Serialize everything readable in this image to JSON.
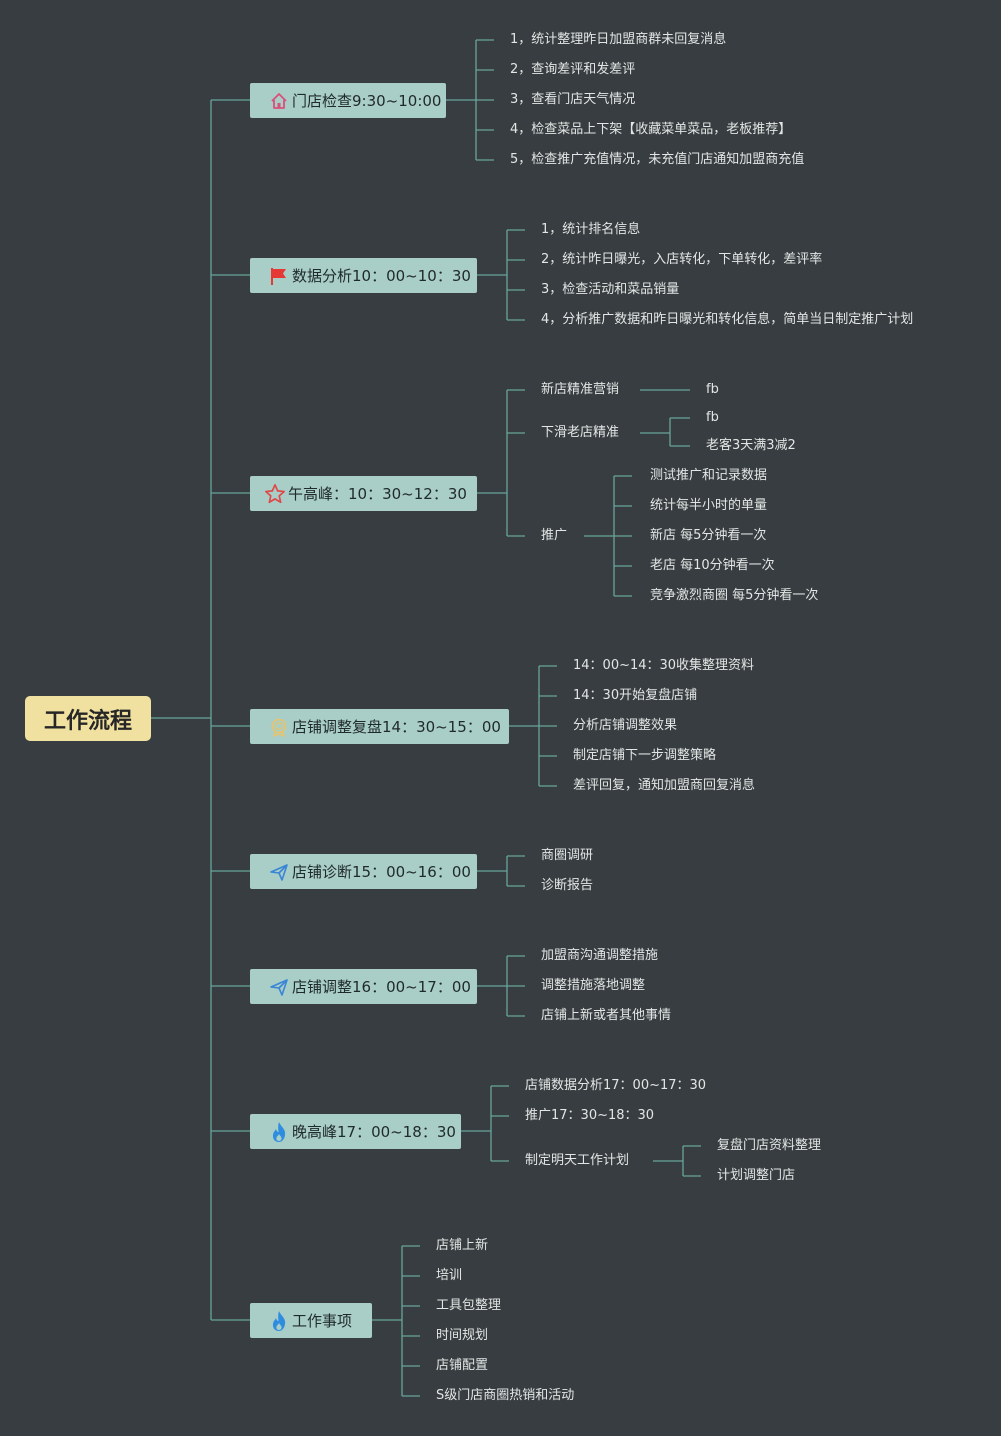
{
  "root": {
    "label": "工作流程"
  },
  "branches": [
    {
      "label": "门店检查9:30~10:00",
      "icon": "house-icon",
      "children": [
        "1，统计整理昨日加盟商群未回复消息",
        "2，查询差评和发差评",
        "3，查看门店天气情况",
        "4，检查菜品上下架【收藏菜单菜品，老板推荐】",
        "5，检查推广充值情况，未充值门店通知加盟商充值"
      ]
    },
    {
      "label": "数据分析10：00~10：30",
      "icon": "red-flag-icon",
      "children": [
        "1，统计排名信息",
        "2，统计昨日曝光，入店转化，下单转化，差评率",
        "3，检查活动和菜品销量",
        "4，分析推广数据和昨日曝光和转化信息，简单当日制定推广计划"
      ]
    },
    {
      "label": "午高峰：10：30~12：30",
      "icon": "star-icon",
      "children": [
        {
          "label": "新店精准营销",
          "children": [
            "fb"
          ]
        },
        {
          "label": "下滑老店精准",
          "children": [
            "fb",
            "老客3天满3减2"
          ]
        },
        {
          "label": "推广",
          "children": [
            "测试推广和记录数据",
            "统计每半小时的单量",
            "新店 每5分钟看一次",
            "老店 每10分钟看一次",
            "竞争激烈商圈 每5分钟看一次"
          ]
        }
      ]
    },
    {
      "label": "店铺调整复盘14：30~15：00",
      "icon": "medal-icon",
      "children": [
        "14：00~14：30收集整理资料",
        "14：30开始复盘店铺",
        "分析店铺调整效果",
        "制定店铺下一步调整策略",
        "差评回复，通知加盟商回复消息"
      ]
    },
    {
      "label": "店铺诊断15：00~16：00",
      "icon": "paper-plane-icon",
      "children": [
        "商圈调研",
        "诊断报告"
      ]
    },
    {
      "label": "店铺调整16：00~17：00",
      "icon": "paper-plane-icon",
      "children": [
        "加盟商沟通调整措施",
        "调整措施落地调整",
        "店铺上新或者其他事情"
      ]
    },
    {
      "label": "晚高峰17：00~18：30",
      "icon": "fire-icon",
      "children": [
        "店铺数据分析17：00~17：30",
        "推广17：30~18：30",
        {
          "label": "制定明天工作计划",
          "children": [
            "复盘门店资料整理",
            "计划调整门店"
          ]
        }
      ]
    },
    {
      "label": "工作事项",
      "icon": "fire-icon",
      "children": [
        "店铺上新",
        "培训",
        "工具包整理",
        "时间规划",
        "店铺配置",
        "S级门店商圈热销和活动"
      ]
    }
  ],
  "colors": {
    "background": "#373d40",
    "root_fill": "#f0e1a0",
    "branch_fill": "#a9cdc7",
    "connector": "#6aa59a",
    "leaf_text": "#e3e6e5",
    "flag_red": "#e53935",
    "star_red": "#e04848",
    "house_pink": "#d9507a",
    "medal_gold": "#e9c46a",
    "plane_blue": "#3a86d6",
    "fire_blue": "#2f8de0"
  }
}
